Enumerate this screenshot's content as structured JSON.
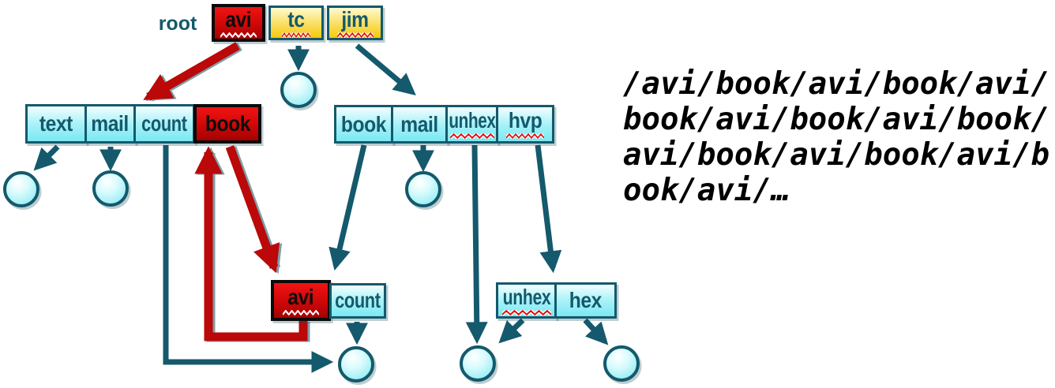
{
  "labels": {
    "root": "root"
  },
  "nodes": {
    "top": [
      {
        "label": "avi",
        "misspelled": true,
        "squiggle": "white"
      },
      {
        "label": "tc",
        "misspelled": true,
        "squiggle": "red"
      },
      {
        "label": "jim",
        "misspelled": true,
        "squiggle": "red"
      }
    ],
    "left": [
      {
        "label": "text",
        "squiggle": null
      },
      {
        "label": "mail",
        "squiggle": null
      },
      {
        "label": "count",
        "squiggle": null
      },
      {
        "label": "book",
        "squiggle": null
      }
    ],
    "right": [
      {
        "label": "book",
        "squiggle": null
      },
      {
        "label": "mail",
        "squiggle": null
      },
      {
        "label": "unhex",
        "misspelled": true,
        "squiggle": "red"
      },
      {
        "label": "hvp",
        "misspelled": true,
        "squiggle": "red"
      }
    ],
    "mid": [
      {
        "label": "avi",
        "misspelled": true,
        "squiggle": "white"
      },
      {
        "label": "count",
        "squiggle": null
      }
    ],
    "lower_right": [
      {
        "label": "unhex",
        "misspelled": true,
        "squiggle": "red"
      },
      {
        "label": "hex",
        "squiggle": null
      }
    ]
  },
  "edges": [
    {
      "from": "root.avi",
      "to": "left-table",
      "color": "red"
    },
    {
      "from": "root.tc",
      "to": "leaf-under-tc",
      "color": "teal"
    },
    {
      "from": "root.jim",
      "to": "right-table",
      "color": "teal"
    },
    {
      "from": "left.text",
      "to": "leaf-under-text",
      "color": "teal"
    },
    {
      "from": "left.mail",
      "to": "leaf-under-mail-left",
      "color": "teal"
    },
    {
      "from": "left.count",
      "to": "bottom-leaf-1",
      "color": "teal"
    },
    {
      "from": "left.book",
      "to": "mid-table.avi",
      "color": "red"
    },
    {
      "from": "mid-table.avi",
      "to": "left.book",
      "color": "red"
    },
    {
      "from": "mid-table.count",
      "to": "bottom-leaf-1",
      "color": "teal"
    },
    {
      "from": "right.book",
      "to": "mid-table",
      "color": "teal"
    },
    {
      "from": "right.mail",
      "to": "leaf-under-mail-right",
      "color": "teal"
    },
    {
      "from": "right.unhex",
      "to": "bottom-leaf-2",
      "color": "teal"
    },
    {
      "from": "right.hvp",
      "to": "lower-right-table",
      "color": "teal"
    },
    {
      "from": "lower_right.unhex",
      "to": "bottom-leaf-2",
      "color": "teal"
    },
    {
      "from": "lower_right.hex",
      "to": "bottom-leaf-3",
      "color": "teal"
    }
  ],
  "side_text": "/avi/book/avi/book/avi/book/avi/book/avi/book/avi/book/avi/book/avi/book/avi/…",
  "colors": {
    "teal": "#14596c",
    "red_arrow": "#bb0808",
    "node_red_top": "#f01414",
    "node_red_bottom": "#a30202",
    "yellow_top": "#fffad2",
    "yellow_bottom": "#f4c90b",
    "cyan_top": "#f2feff",
    "cyan_bottom": "#7be8f2"
  }
}
